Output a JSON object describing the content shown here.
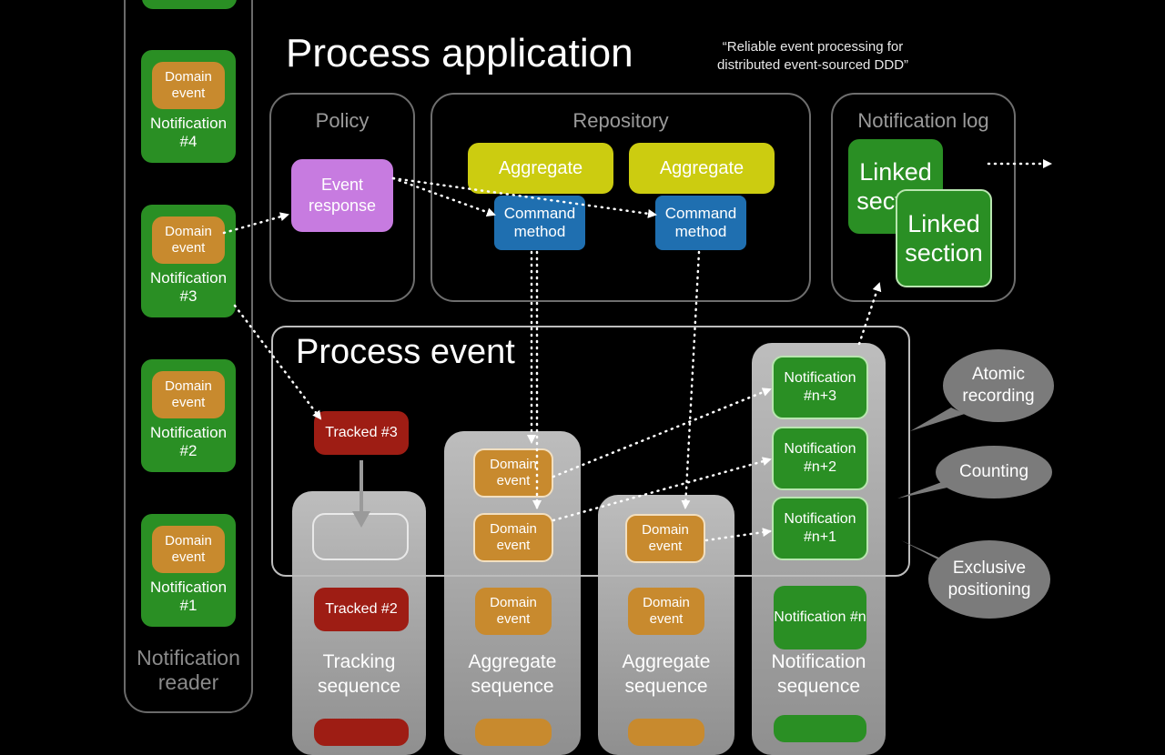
{
  "titles": {
    "process_application": "Process application",
    "quote": "“Reliable event processing for distributed event-sourced DDD”",
    "process_event": "Process event"
  },
  "reader": {
    "label": "Notification reader",
    "notifications": [
      {
        "event": "Domain event",
        "label": "Notification #4"
      },
      {
        "event": "Domain event",
        "label": "Notification #3"
      },
      {
        "event": "Domain event",
        "label": "Notification #2"
      },
      {
        "event": "Domain event",
        "label": "Notification #1"
      }
    ]
  },
  "policy": {
    "title": "Policy",
    "event_response": "Event response"
  },
  "repository": {
    "title": "Repository",
    "aggregates": [
      {
        "aggregate": "Aggregate",
        "command": "Command method"
      },
      {
        "aggregate": "Aggregate",
        "command": "Command method"
      }
    ]
  },
  "notification_log": {
    "title": "Notification log",
    "sections": [
      "Linked section",
      "Linked section"
    ]
  },
  "tracking": {
    "items": [
      "Tracked #3",
      "Tracked #2"
    ],
    "label": "Tracking sequence"
  },
  "aggregate_seq_1": {
    "events": [
      "Domain event",
      "Domain event",
      "Domain event"
    ],
    "label": "Aggregate sequence"
  },
  "aggregate_seq_2": {
    "events": [
      "Domain event",
      "Domain event"
    ],
    "label": "Aggregate sequence"
  },
  "notification_seq": {
    "items": [
      "Notification #n+3",
      "Notification #n+2",
      "Notification #n+1",
      "Notification #n"
    ],
    "label": "Notification sequence"
  },
  "callouts": [
    "Atomic recording",
    "Counting",
    "Exclusive positioning"
  ],
  "colors": {
    "notification_green": "#2a8f24",
    "domain_event_orange": "#c88a2e",
    "tracked_red": "#9e1d14",
    "event_response_purple": "#c77be0",
    "aggregate_yellow": "#cccc10",
    "command_blue": "#1f6fb0"
  }
}
